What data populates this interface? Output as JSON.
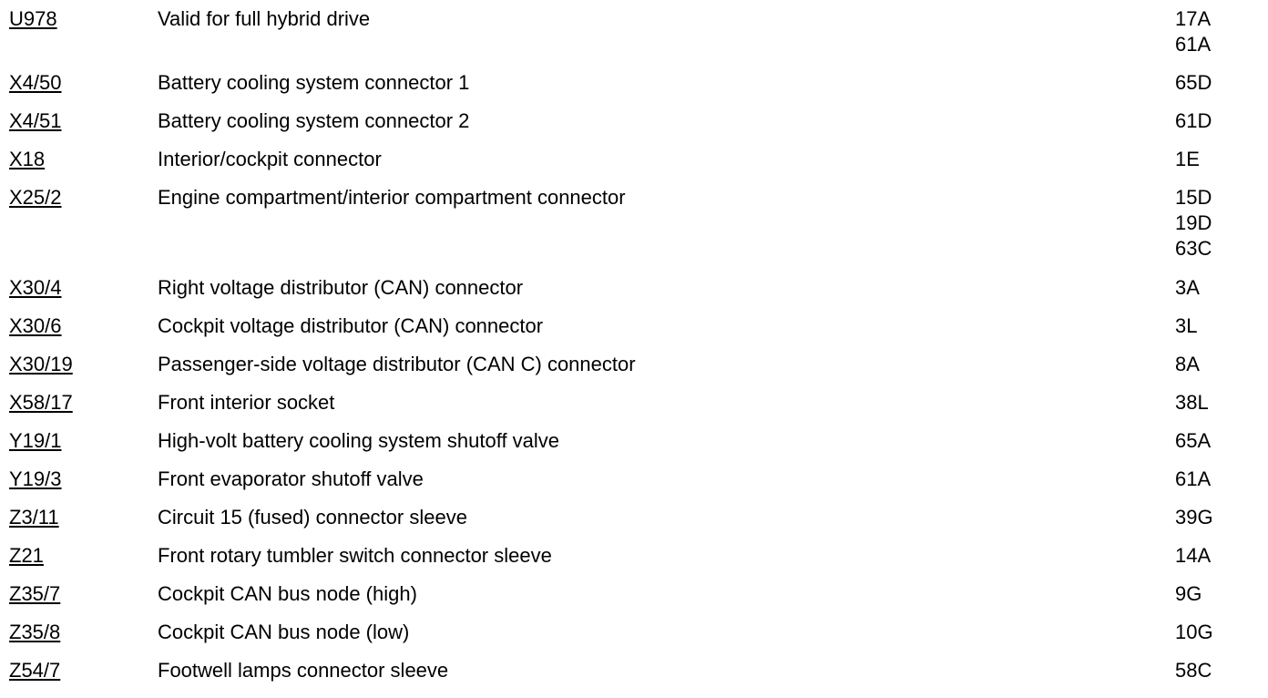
{
  "rows": [
    {
      "code": "U978",
      "description": "Valid for full hybrid drive",
      "refs": [
        "17A",
        "61A"
      ]
    },
    {
      "code": "X4/50",
      "description": "Battery cooling system connector 1",
      "refs": [
        "65D"
      ]
    },
    {
      "code": "X4/51",
      "description": "Battery cooling system connector 2",
      "refs": [
        "61D"
      ]
    },
    {
      "code": "X18",
      "description": "Interior/cockpit connector",
      "refs": [
        "1E"
      ]
    },
    {
      "code": "X25/2",
      "description": "Engine compartment/interior compartment connector",
      "refs": [
        "15D",
        "19D",
        "63C"
      ]
    },
    {
      "code": "X30/4",
      "description": "Right voltage distributor (CAN) connector",
      "refs": [
        "3A"
      ]
    },
    {
      "code": "X30/6",
      "description": "Cockpit voltage distributor (CAN) connector",
      "refs": [
        "3L"
      ]
    },
    {
      "code": "X30/19",
      "description": "Passenger-side voltage distributor (CAN C) connector",
      "refs": [
        "8A"
      ]
    },
    {
      "code": "X58/17",
      "description": "Front interior socket",
      "refs": [
        "38L"
      ]
    },
    {
      "code": "Y19/1",
      "description": "High-volt battery cooling system shutoff valve",
      "refs": [
        "65A"
      ]
    },
    {
      "code": "Y19/3",
      "description": "Front evaporator shutoff valve",
      "refs": [
        "61A"
      ]
    },
    {
      "code": "Z3/11",
      "description": "Circuit 15 (fused) connector sleeve",
      "refs": [
        "39G"
      ]
    },
    {
      "code": "Z21",
      "description": "Front rotary tumbler switch connector sleeve",
      "refs": [
        "14A"
      ]
    },
    {
      "code": "Z35/7",
      "description": "Cockpit CAN bus node (high)",
      "refs": [
        "9G"
      ]
    },
    {
      "code": "Z35/8",
      "description": "Cockpit CAN bus node (low)",
      "refs": [
        "10G"
      ]
    },
    {
      "code": "Z54/7",
      "description": "Footwell lamps connector sleeve",
      "refs": [
        "58C"
      ]
    }
  ]
}
